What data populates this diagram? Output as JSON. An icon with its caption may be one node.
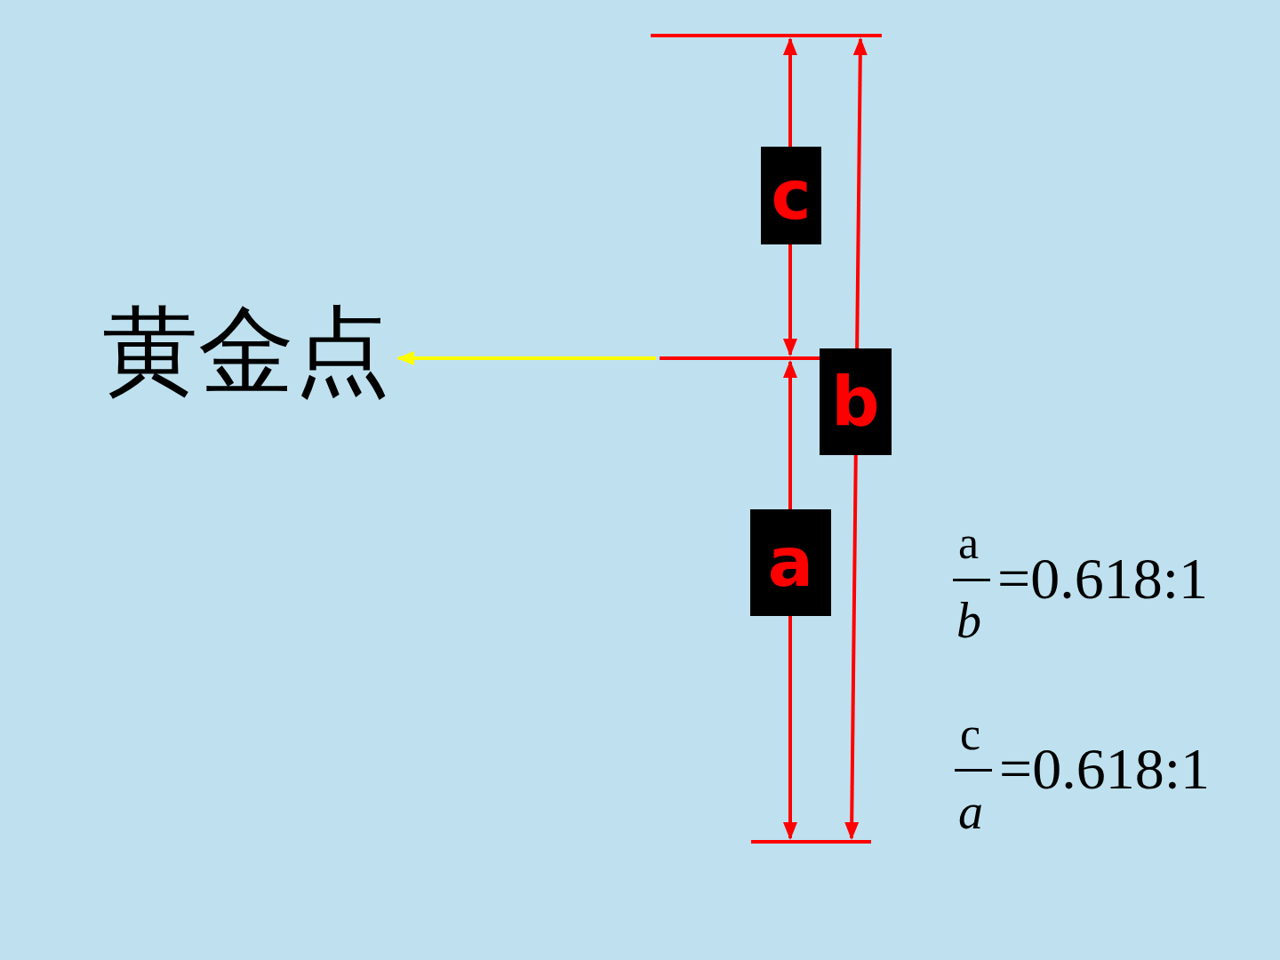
{
  "diagram": {
    "nodes": [
      {
        "text": [
          "黄金点"
        ]
      },
      {
        "text": [],
        "shape": "bar"
      }
    ],
    "edges": [
      {
        "from": 1,
        "to": 0,
        "arrow": "to",
        "color": "#ffff00"
      }
    ],
    "labels": [
      "c",
      "b",
      "a",
      "a",
      "b",
      "=0.618:1",
      "c",
      "a",
      "=0.618:1"
    ]
  }
}
